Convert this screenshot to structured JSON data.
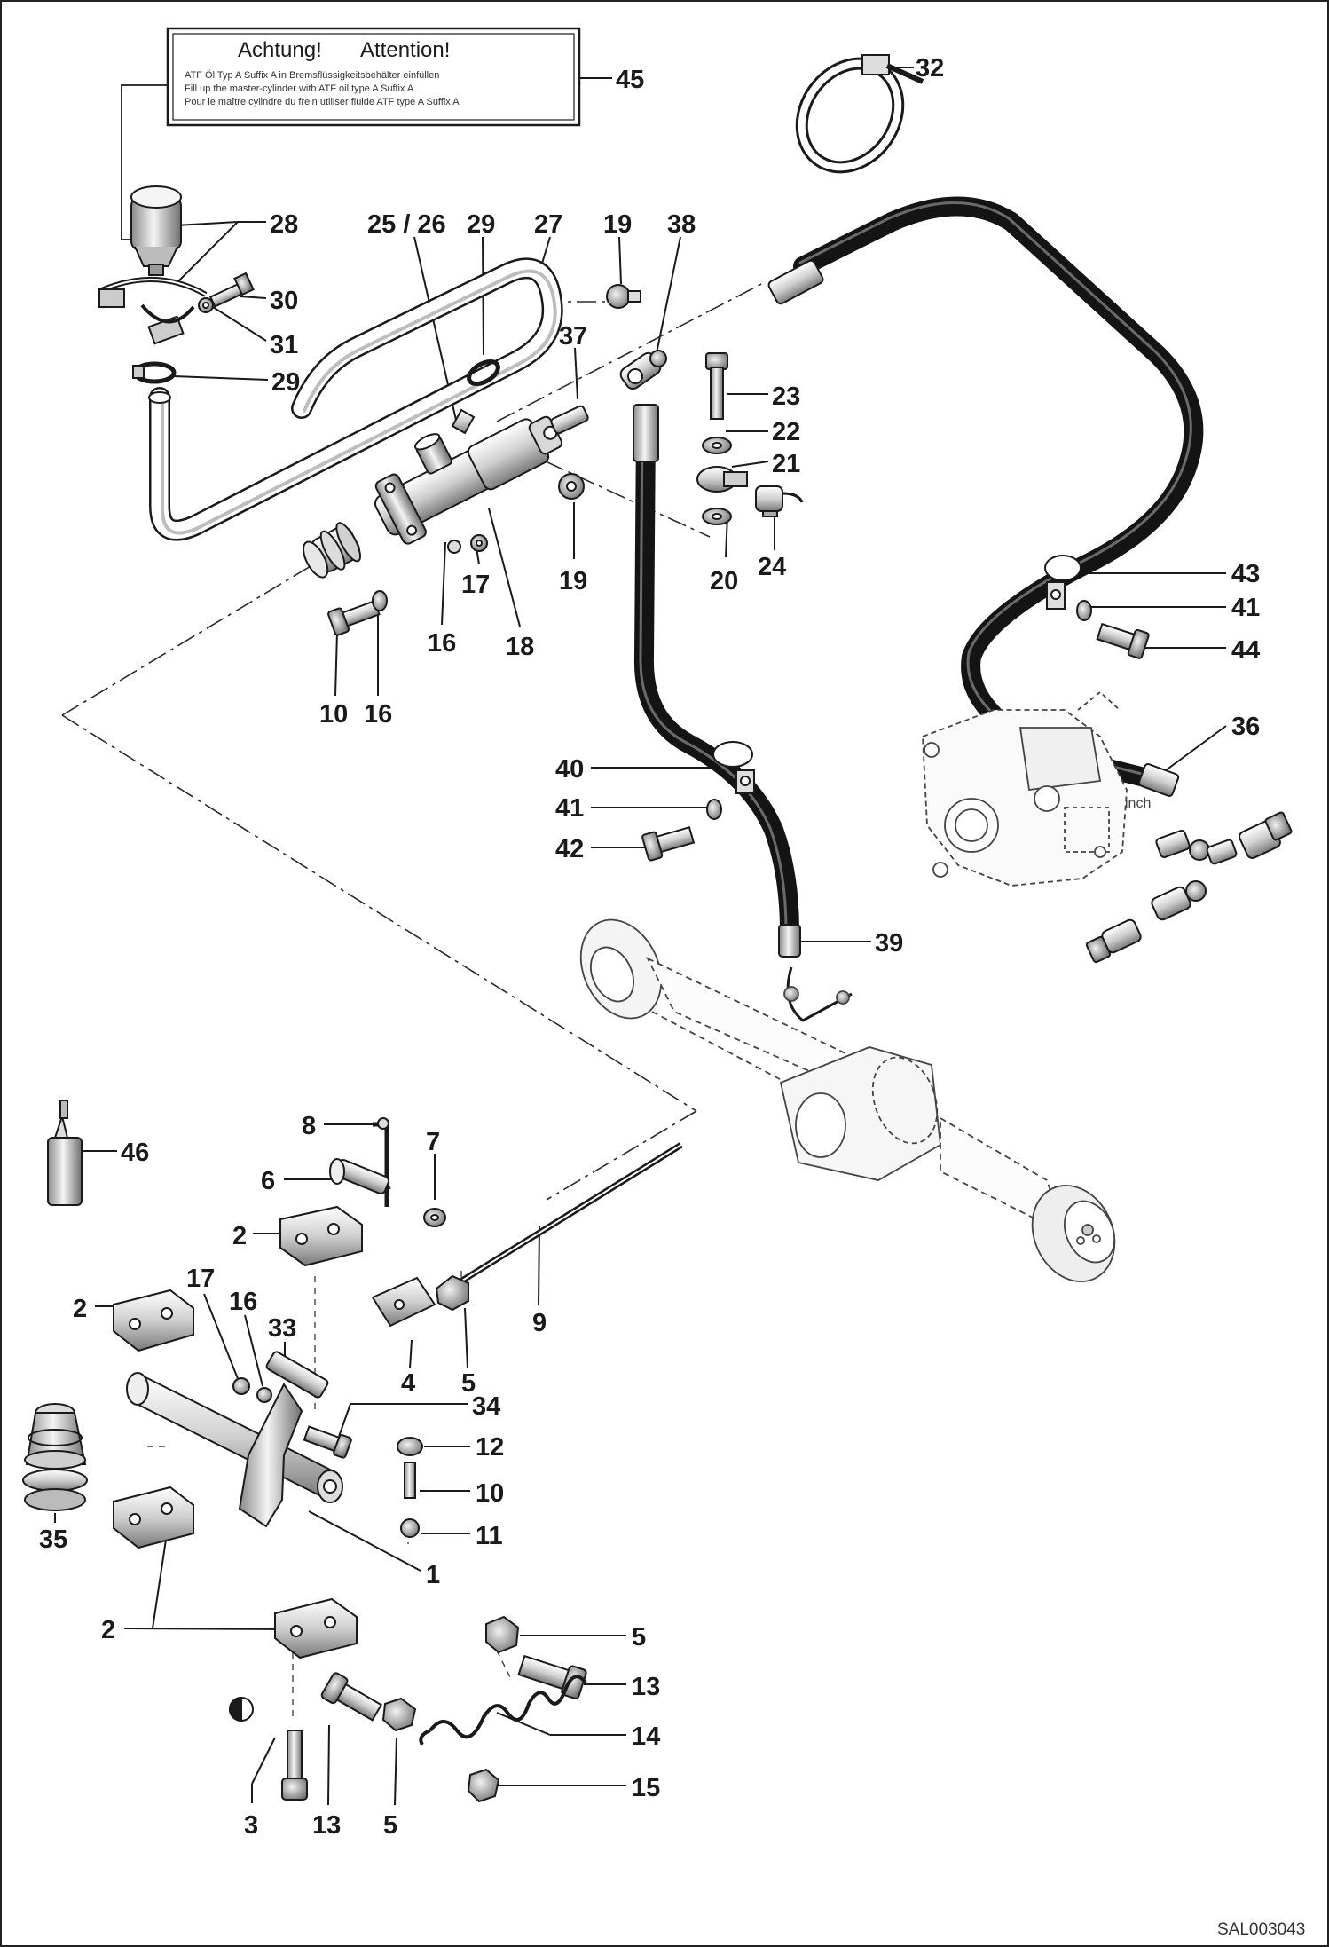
{
  "label_box": {
    "heading_left": "Achtung!",
    "heading_right": "Attention!",
    "lines": [
      "ATF Öl Typ A Suffix A in Bremsflüssigkeitsbehälter einfüllen",
      "Fill up the master-cylinder with ATF oil type A Suffix A",
      "Pour le maître cylindre du frein utiliser fluide ATF type A Suffix A"
    ]
  },
  "inline_text": "inch",
  "figure_code": "SAL003043",
  "callouts": [
    "45",
    "32",
    "28",
    "30",
    "31",
    "29",
    "25 / 26",
    "29",
    "27",
    "19",
    "38",
    "37",
    "23",
    "22",
    "21",
    "24",
    "20",
    "19",
    "17",
    "16",
    "18",
    "10",
    "16",
    "43",
    "41",
    "44",
    "36",
    "40",
    "41",
    "42",
    "39",
    "46",
    "8",
    "7",
    "6",
    "2",
    "2",
    "17",
    "16",
    "33",
    "9",
    "4",
    "5",
    "34",
    "12",
    "10",
    "11",
    "1",
    "35",
    "2",
    "5",
    "13",
    "14",
    "15",
    "3",
    "13",
    "5"
  ],
  "colors": {
    "line": "#1a1a1a",
    "ghost": "#555555",
    "hose": "#141414"
  }
}
